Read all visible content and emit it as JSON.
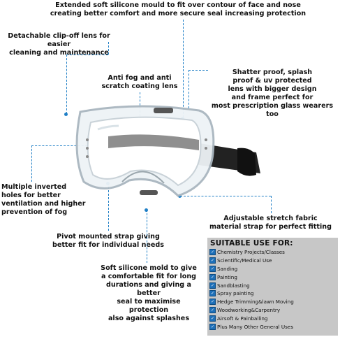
{
  "callouts": {
    "silicone_line1": "Extended soft silicone mould to fit over contour of face and nose",
    "silicone_line2": "creating better comfort and more secure seal increasing protection",
    "lens_line1": "Detachable clip-off lens for easier",
    "lens_line2": "cleaning and maintenance",
    "antifog_line1": "Anti fog and anti",
    "antifog_line2": "scratch coating lens",
    "shatter_line1": "Shatter proof, splash",
    "shatter_line2": "proof & uv protected",
    "shatter_line3": "lens with bigger design",
    "shatter_line4": "and frame perfect for",
    "shatter_line5": "most prescription glass wearers too",
    "holes_line1": "Multiple inverted",
    "holes_line2": "holes for better",
    "holes_line3": "ventilation and higher",
    "holes_line4": "prevention of fog",
    "strap_line1": "Adjustable stretch fabric",
    "strap_line2": "material strap for perfect fitting",
    "pivot_line1": "Pivot mounted strap giving",
    "pivot_line2": "better fit for individual needs",
    "mold_line1": "Soft silicone mold to give",
    "mold_line2": "a comfortable fit for long",
    "mold_line3": "durations and giving a better",
    "mold_line4": "seal to maximise protection",
    "mold_line5": "also against splashes"
  },
  "suitable": {
    "title": "SUITABLE USE FOR:",
    "items": [
      "Chemistry Projects/Classes",
      "Scientific/Medical Use",
      "Sanding",
      "Painting",
      "Sandblasting",
      "Spray painting",
      "Hedge Trimming&lawn Moving",
      "Woodworking&Carpentry",
      "Airsoft & Painballing",
      "Plus Many Other General Uses"
    ]
  },
  "colors": {
    "leader": "#1f7fc6",
    "checkbox": "#1d6fb8",
    "panel": "#c7c7c7"
  },
  "icons": [
    "goggles-illustration",
    "checkbox-icon"
  ]
}
